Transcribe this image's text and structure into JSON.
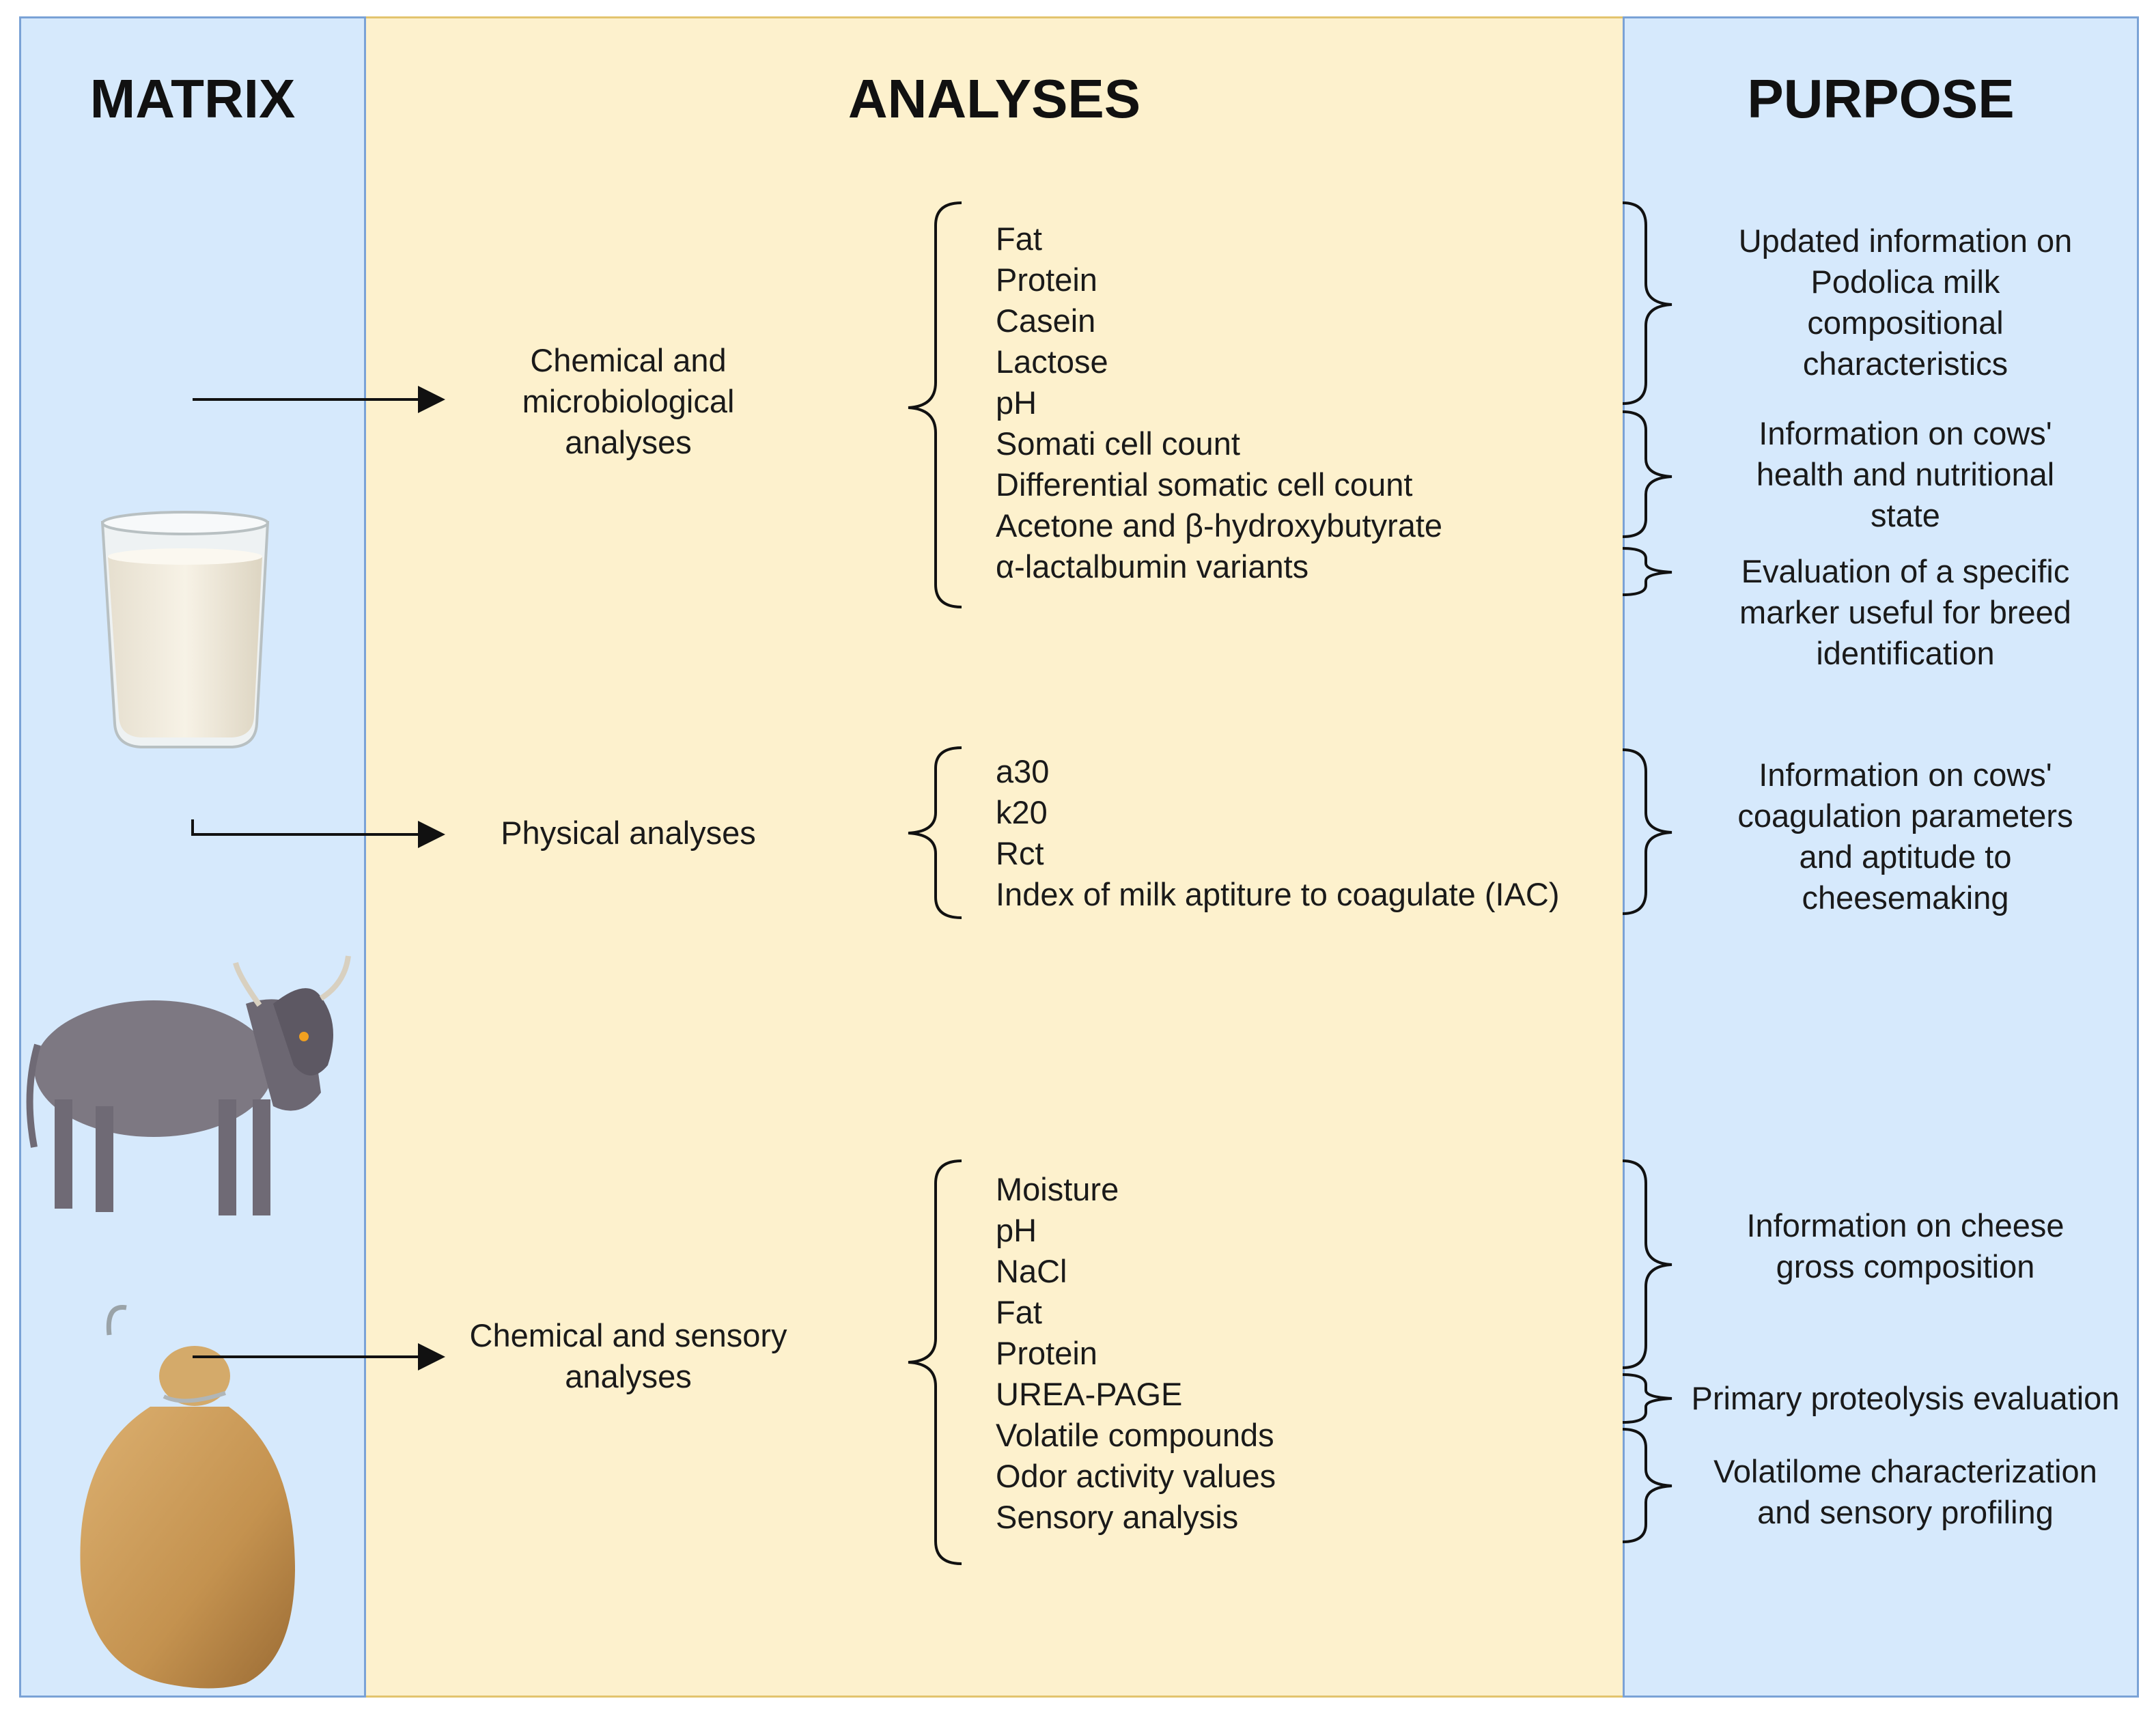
{
  "headers": {
    "matrix": "MATRIX",
    "analyses": "ANALYSES",
    "purpose": "PURPOSE"
  },
  "groups": {
    "milk_chem": {
      "label": [
        "Chemical and",
        "microbiological",
        "analyses"
      ],
      "items": [
        "Fat",
        "Protein",
        "Casein",
        "Lactose",
        "pH",
        "Somati cell count",
        "Differential somatic cell count",
        "Acetone and β-hydroxybutyrate",
        "α-lactalbumin variants"
      ]
    },
    "milk_phys": {
      "label": [
        "Physical analyses"
      ],
      "items": [
        "a30",
        "k20",
        "Rct",
        "Index of milk aptiture to coagulate (IAC)"
      ]
    },
    "cheese": {
      "label": [
        "Chemical and sensory",
        "analyses"
      ],
      "items": [
        "Moisture",
        "pH",
        "NaCl",
        "Fat",
        "Protein",
        "UREA-PAGE",
        "Volatile compounds",
        "Odor activity values",
        "Sensory analysis"
      ]
    }
  },
  "purposes": {
    "p1": [
      "Updated information on",
      "Podolica milk",
      "compositional",
      "characteristics"
    ],
    "p2": [
      "Information on cows'",
      "health and nutritional",
      "state"
    ],
    "p3": [
      "Evaluation of a specific",
      "marker useful for breed",
      "identification"
    ],
    "p4": [
      "Information on cows'",
      "coagulation parameters",
      "and aptitude to",
      "cheesemaking"
    ],
    "p5": [
      "Information on cheese",
      "gross composition"
    ],
    "p6": [
      "Primary proteolysis evaluation"
    ],
    "p7": [
      "Volatilome characterization",
      "and sensory profiling"
    ]
  },
  "colors": {
    "side_panel": "#d6e9fc",
    "side_border": "#7aa2d6",
    "center_panel": "#fdf1cd",
    "center_border": "#e3c46e",
    "milk": "#f3ede0",
    "cow_body": "#7d7882",
    "cheese": "#c99a57"
  },
  "icons": [
    "milk-glass-icon",
    "cow-icon",
    "caciocavallo-cheese-icon"
  ]
}
